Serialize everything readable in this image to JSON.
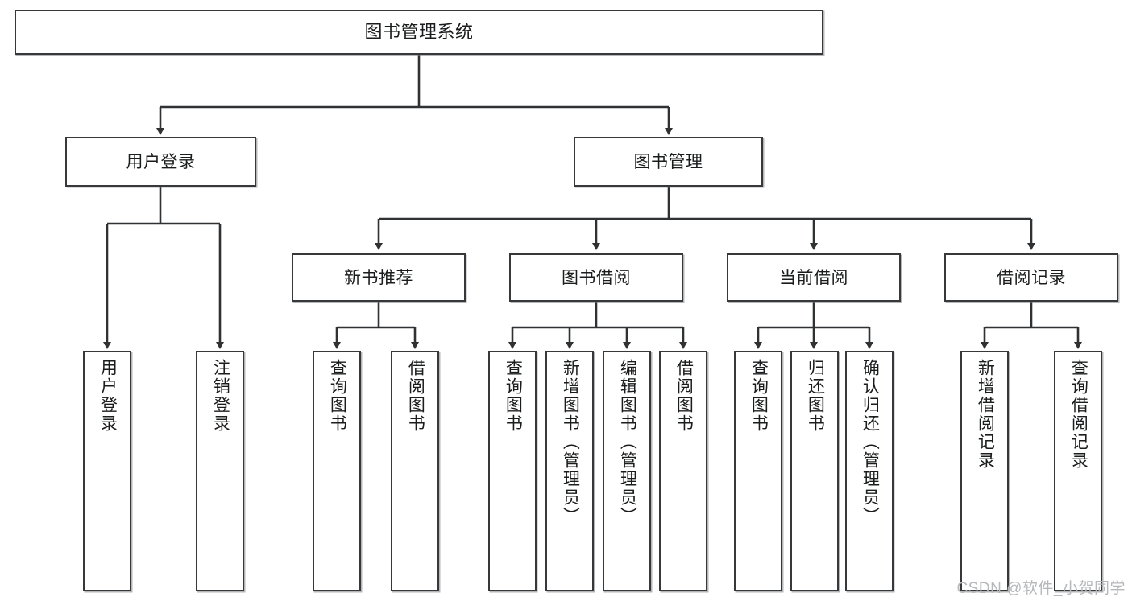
{
  "diagram": {
    "title": "图书管理系统",
    "type": "tree-hierarchy-chart",
    "colors": {
      "box_border": "#36383a",
      "box_fill": "#ffffff",
      "connector": "#2f3133",
      "text": "#1b1c1d",
      "watermark": "#b6b8bb",
      "background": "#ffffff"
    }
  },
  "root": {
    "label": "图书管理系统"
  },
  "level1": [
    {
      "label": "用户登录"
    },
    {
      "label": "图书管理"
    }
  ],
  "level2": [
    {
      "label": "新书推荐"
    },
    {
      "label": "图书借阅"
    },
    {
      "label": "当前借阅"
    },
    {
      "label": "借阅记录"
    }
  ],
  "leaves": {
    "user_login": [
      {
        "label": "用户登录"
      },
      {
        "label": "注销登录"
      }
    ],
    "new_book_recommend": [
      {
        "label": "查询图书"
      },
      {
        "label": "借阅图书"
      }
    ],
    "book_borrow": [
      {
        "label": "查询图书"
      },
      {
        "label": "新增图书（管理员）"
      },
      {
        "label": "编辑图书（管理员）"
      },
      {
        "label": "借阅图书"
      }
    ],
    "current_borrow": [
      {
        "label": "查询图书"
      },
      {
        "label": "归还图书"
      },
      {
        "label": "确认归还（管理员）"
      }
    ],
    "borrow_record": [
      {
        "label": "新增借阅记录"
      },
      {
        "label": "查询借阅记录"
      }
    ]
  },
  "watermark": {
    "text": "CSDN @软件_小贺同学"
  }
}
